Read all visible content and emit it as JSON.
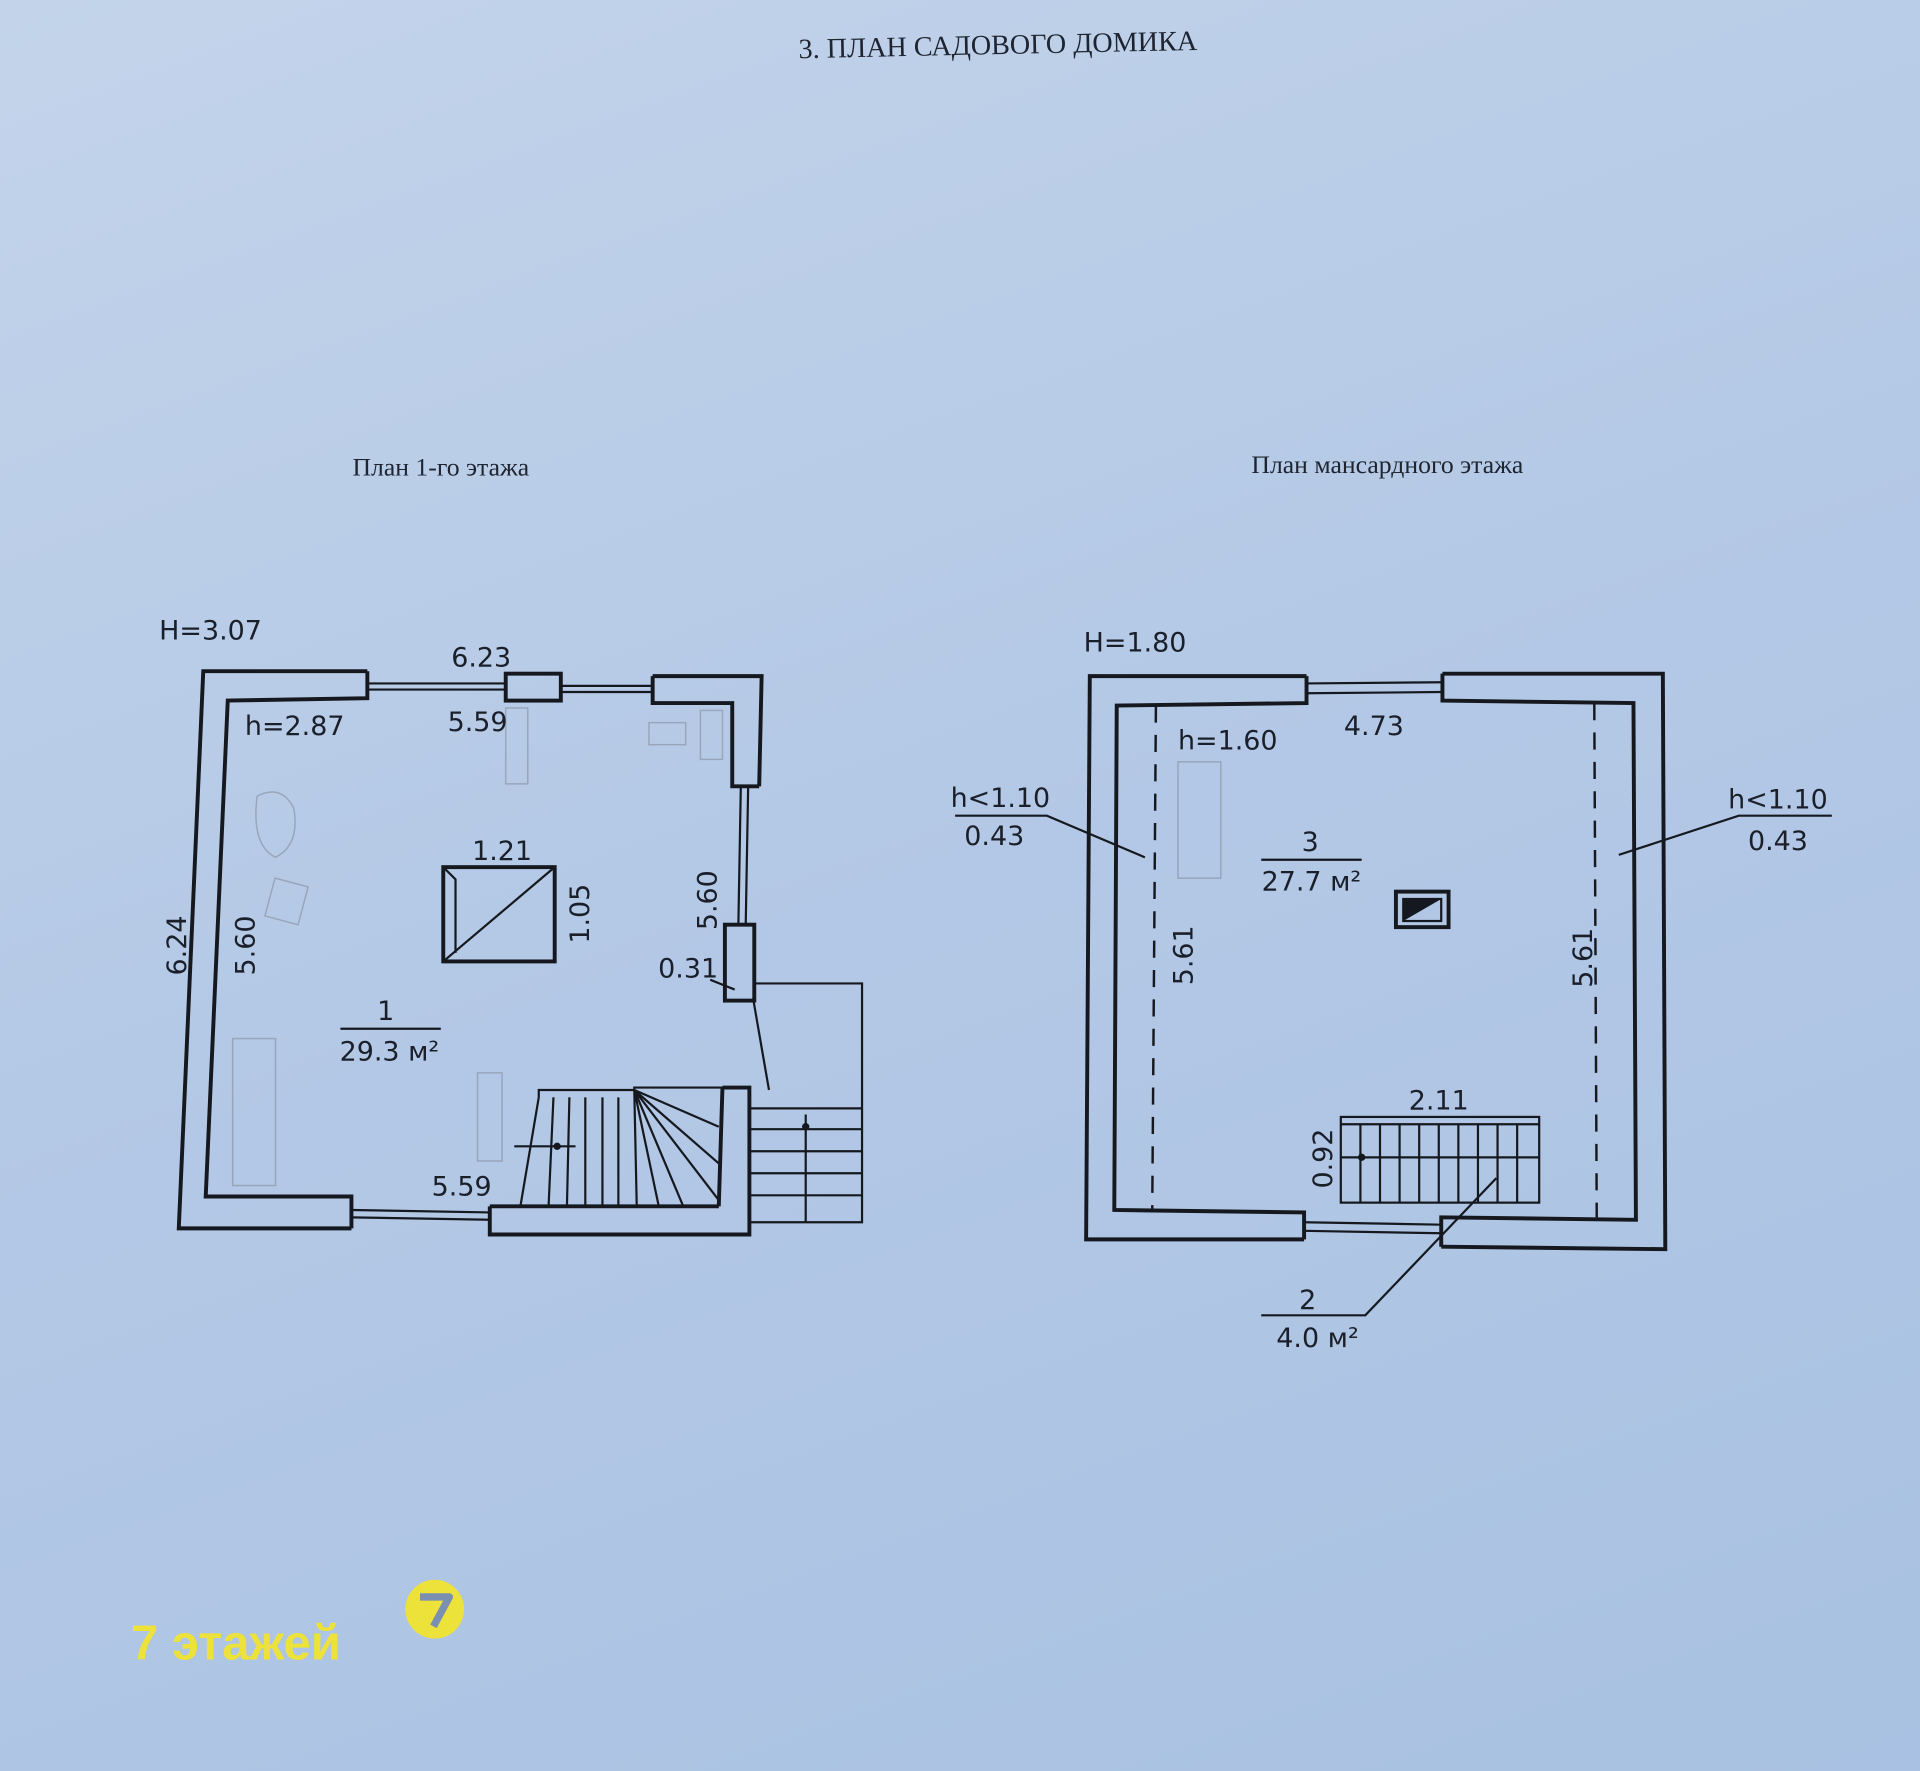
{
  "document": {
    "title": "3. ПЛАН САДОВОГО ДОМИКА"
  },
  "ground_floor": {
    "title": "План 1-го этажа",
    "outer_height": "H=3.07",
    "inner_height": "h=2.87",
    "dims": {
      "top_outer": "6.23",
      "top_inner": "5.59",
      "bottom_inner": "5.59",
      "left_outer": "6.24",
      "left_inner": "5.60",
      "right_inner": "5.60",
      "opening_width": "1.21",
      "opening_depth": "1.05",
      "wall_leader": "0.31"
    },
    "room": {
      "number": "1",
      "area": "29.3 м²"
    }
  },
  "attic_floor": {
    "title": "План мансардного этажа",
    "outer_height": "H=1.80",
    "inner_height": "h=1.60",
    "dims": {
      "top_inner": "4.73",
      "left_inner": "5.61",
      "right_inner": "5.61",
      "stair_length": "2.11",
      "stair_width": "0.92"
    },
    "low_zone_left": {
      "height": "h<1.10",
      "width": "0.43"
    },
    "low_zone_right": {
      "height": "h<1.10",
      "width": "0.43"
    },
    "room_main": {
      "number": "3",
      "area": "27.7 м²"
    },
    "room_stair": {
      "number": "2",
      "area": "4.0 м²"
    }
  },
  "watermark": {
    "text": "7 этажей",
    "logo_glyph": "7",
    "color": "#ece23a"
  }
}
